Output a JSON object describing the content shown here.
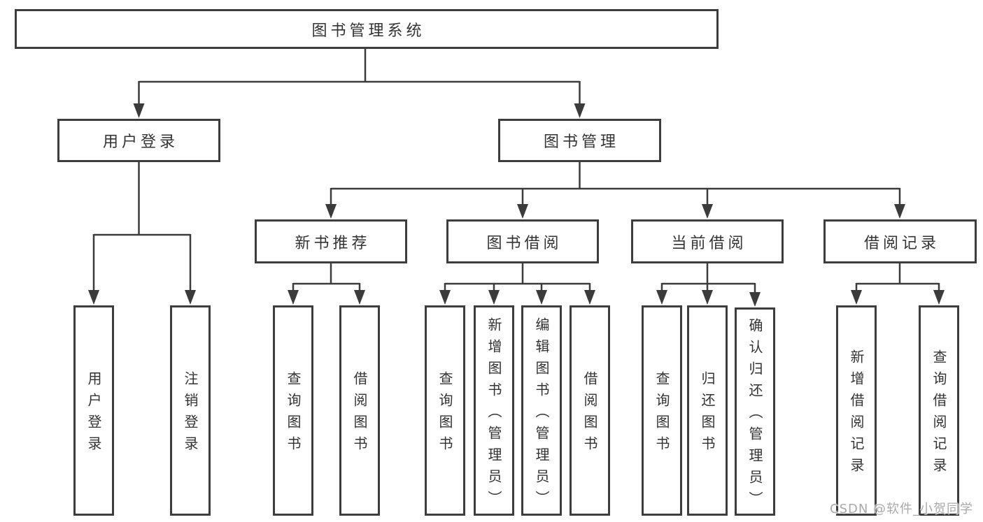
{
  "tree": {
    "root": {
      "label": "图书管理系统"
    },
    "level2": [
      {
        "label": "用户登录",
        "children": [
          {
            "label": "用户登录"
          },
          {
            "label": "注销登录"
          }
        ]
      },
      {
        "label": "图书管理",
        "children": [
          {
            "label": "新书推荐",
            "children": [
              {
                "label": "查询图书"
              },
              {
                "label": "借阅图书"
              }
            ]
          },
          {
            "label": "图书借阅",
            "children": [
              {
                "label": "查询图书"
              },
              {
                "label": "新增图书（管理员）"
              },
              {
                "label": "编辑图书（管理员）"
              },
              {
                "label": "借阅图书"
              }
            ]
          },
          {
            "label": "当前借阅",
            "children": [
              {
                "label": "查询图书"
              },
              {
                "label": "归还图书"
              },
              {
                "label": "确认归还（管理员）"
              }
            ]
          },
          {
            "label": "借阅记录",
            "children": [
              {
                "label": "新增借阅记录"
              },
              {
                "label": "查询借阅记录"
              }
            ]
          }
        ]
      }
    ]
  },
  "watermark": "CSDN @软件_小贺同学",
  "colors": {
    "line": "#3b3b3b",
    "box_border": "#3d3d3d",
    "text": "#333333",
    "watermark": "#a9a9a9",
    "background": "#ffffff"
  }
}
